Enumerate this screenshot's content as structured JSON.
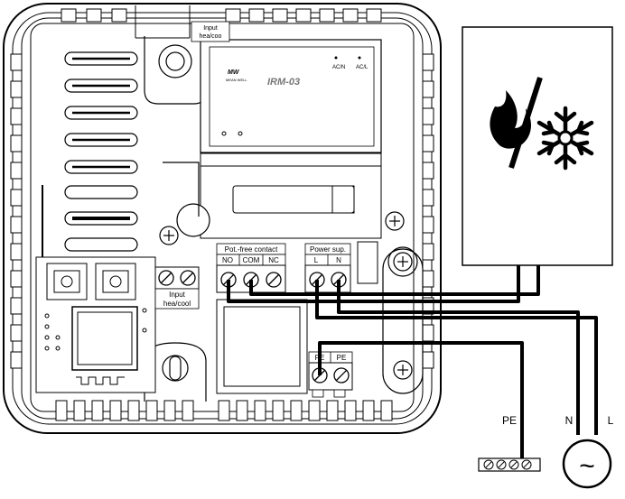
{
  "top_label": {
    "line1": "Input",
    "line2": "hea/coo"
  },
  "module": {
    "brand": "MW",
    "brand_sub": "MEAN WELL",
    "model": "IRM-03",
    "pin_acn": "AC/N",
    "pin_acl": "AC/L"
  },
  "terminal_labels": {
    "input_line1": "Input",
    "input_line2": "hea/cool",
    "potfree": "Pot.-free contact",
    "no": "NO",
    "com": "COM",
    "nc": "NC",
    "power": "Power sup.",
    "l": "L",
    "n": "N",
    "pe1": "PE",
    "pe2": "PE"
  },
  "external_labels": {
    "pe": "PE",
    "n": "N",
    "l": "L",
    "ac_symbol": "~"
  },
  "device_icon": "flame-snowflake-icon"
}
